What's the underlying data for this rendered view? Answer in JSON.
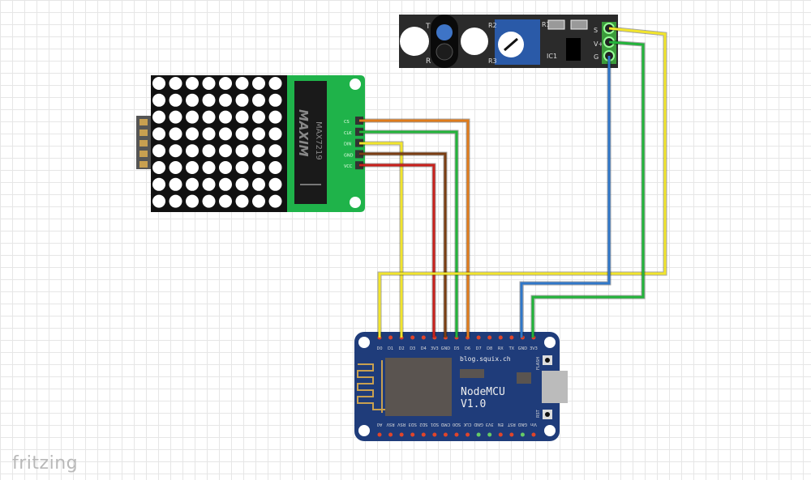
{
  "app": {
    "logo": "fritzing"
  },
  "matrix_module": {
    "chip_brand": "MAXIM",
    "chip_model": "MAX7219",
    "pins": [
      "CS",
      "CLK",
      "DIN",
      "GND",
      "VCC"
    ],
    "pcb_color": "#1fb34a",
    "rows": 8,
    "cols": 8
  },
  "sensor_module": {
    "labels": {
      "t": "T",
      "r": "R",
      "r1": "R1",
      "r2": "R2",
      "r3": "R3",
      "ic": "IC1"
    },
    "pins": [
      "S",
      "V+",
      "G"
    ]
  },
  "nodemcu": {
    "site": "blog.squix.ch",
    "name": "NodeMCU",
    "version": "V1.0",
    "flash_label": "FLASH",
    "rst_label": "RST",
    "top_pins": [
      "D0",
      "D1",
      "D2",
      "D3",
      "D4",
      "3V3",
      "GND",
      "D5",
      "D6",
      "D7",
      "D8",
      "RX",
      "TX",
      "GND",
      "3V3"
    ],
    "bottom_pins": [
      "A0",
      "RSV",
      "RSV",
      "SD3",
      "SD2",
      "SD1",
      "CMD",
      "SD0",
      "CLK",
      "GND",
      "3V3",
      "EN",
      "RST",
      "GND",
      "Vin"
    ],
    "board_color": "#1f3c7a"
  },
  "wire_colors": {
    "orange": "#e07b1a",
    "green": "#22b43a",
    "yellow": "#f2e52b",
    "brown": "#7a3d12",
    "red": "#c8201c",
    "blue": "#2f77c9"
  }
}
